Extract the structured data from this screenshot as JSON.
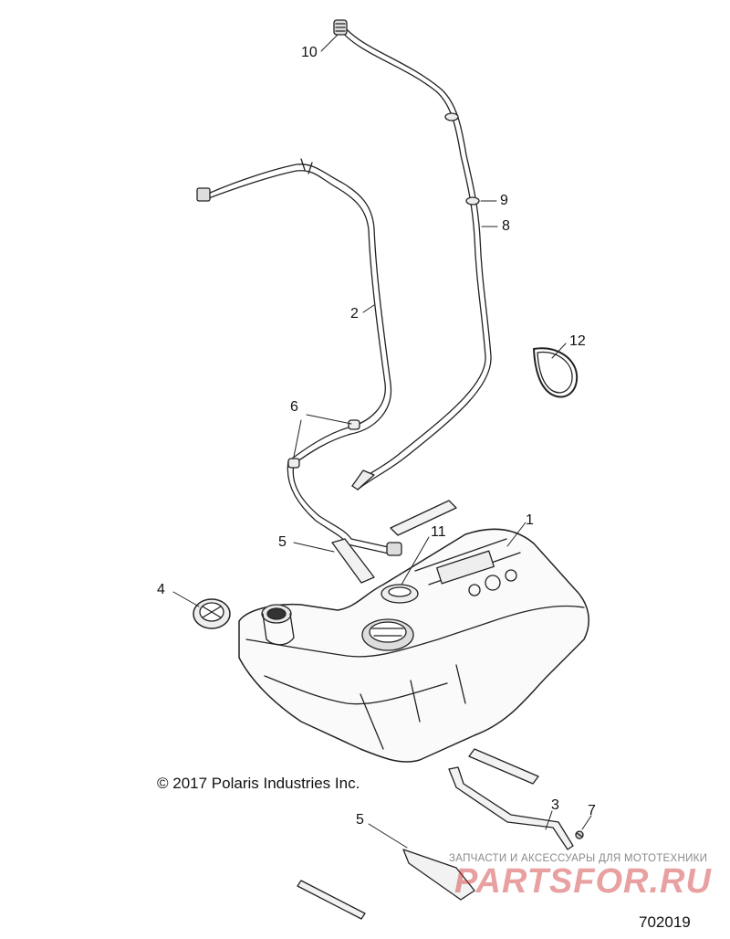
{
  "callouts": [
    {
      "id": "1",
      "label": "1"
    },
    {
      "id": "2",
      "label": "2"
    },
    {
      "id": "3",
      "label": "3"
    },
    {
      "id": "4",
      "label": "4"
    },
    {
      "id": "5a",
      "label": "5"
    },
    {
      "id": "5b",
      "label": "5"
    },
    {
      "id": "6",
      "label": "6"
    },
    {
      "id": "7",
      "label": "7"
    },
    {
      "id": "8",
      "label": "8"
    },
    {
      "id": "9",
      "label": "9"
    },
    {
      "id": "10",
      "label": "10"
    },
    {
      "id": "11",
      "label": "11"
    },
    {
      "id": "12",
      "label": "12"
    }
  ],
  "copyright": "© 2017 Polaris Industries Inc.",
  "figure_number": "702019",
  "watermark": {
    "tagline": "ЗАПЧАСТИ И АКСЕССУАРЫ ДЛЯ МОТОТЕХНИКИ",
    "logo": "PARTSFOR.RU"
  }
}
